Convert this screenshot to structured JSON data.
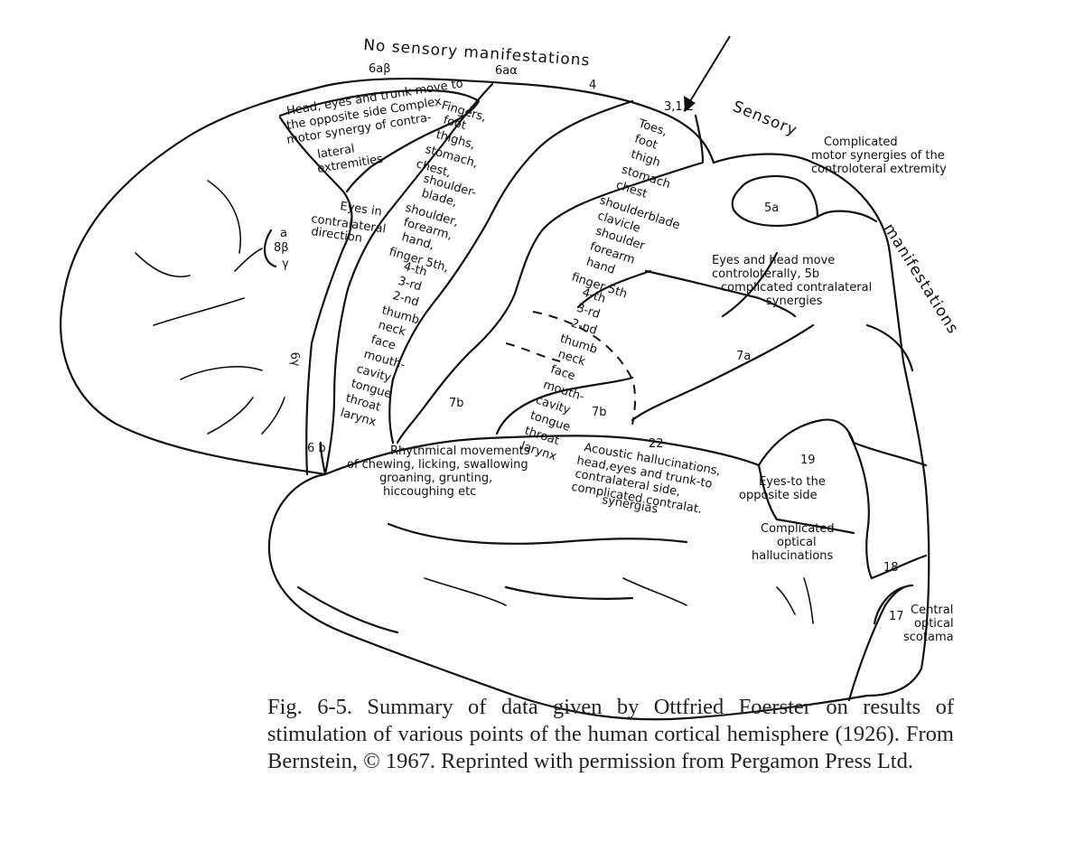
{
  "headings": {
    "no_sensory": "No sensory manifestations",
    "sensory": "Sensory",
    "manifestations": "manifestations"
  },
  "area_numbers": {
    "a6ab": "6aβ",
    "a6aa": "6aα",
    "a4": "4",
    "a312": "3,1,2",
    "a5a": "5a",
    "a7a": "7a",
    "a7b_1": "7b",
    "a7b_2": "7b",
    "a22": "22",
    "a19": "19",
    "a18": "18",
    "a17": "17",
    "a6b": "6 b",
    "a6g": "6γ",
    "a8a": "a",
    "a8b": "8β",
    "a8g": "γ"
  },
  "regions": {
    "head_eyes_trunk": [
      "Head, eyes and trunk move to",
      "the opposite side Complex",
      "motor synergy of contra-",
      "lateral",
      "extremities"
    ],
    "eyes_contralateral": [
      "Eyes in",
      "contralateral",
      "direction"
    ],
    "motor_strip": [
      "Fingers,",
      "foot",
      "thighs,",
      "stomach,",
      "chest,",
      "shoulder-",
      "blade,",
      "shoulder,",
      "forearm,",
      "hand,",
      "finger 5th,",
      "4-th",
      "3-rd",
      "2-nd",
      "thumb",
      "neck",
      "face",
      "mouth-",
      "cavity",
      "tongue",
      "throat",
      "larynx"
    ],
    "sensory_strip": [
      "Toes,",
      "foot",
      "thigh",
      "stomach",
      "chest",
      "shoulderblade",
      "clavicle",
      "shoulder",
      "forearm",
      "hand",
      "finger 5th",
      "4-th",
      "3-rd",
      "2-nd",
      "thumb",
      "neck",
      "face",
      "mouth-",
      "cavity",
      "tongue",
      "throat",
      "larynx"
    ],
    "complicated_motor": [
      "Complicated",
      "motor synergies of the",
      "controloteral extremity"
    ],
    "eyes_head_5b": [
      "Eyes and head move",
      "controloterally,  5b",
      "complicated contralateral",
      "synergies"
    ],
    "rhythmical": [
      "Rhythmical movements",
      "of chewing, licking, swallowing",
      "groaning, grunting,",
      "hiccoughing etc"
    ],
    "acoustic": [
      "Acoustic hallucinations,",
      "head,eyes and trunk-to",
      "contralateral side,",
      "complicated contralat.",
      "synergias"
    ],
    "eyes_opposite": [
      "Eyes-to the",
      "opposite side"
    ],
    "optical_hallucinations": [
      "Complicated",
      "optical",
      "hallucinations"
    ],
    "central_scotoma": [
      "Central",
      "optical",
      "scotama"
    ]
  },
  "caption": "Fig. 6-5. Summary of data given by Ottfried Foerster on results of stimulation of various points of the human cortical hemisphere (1926). From Bernstein, © 1967.  Reprinted with permission from Pergamon Press Ltd."
}
